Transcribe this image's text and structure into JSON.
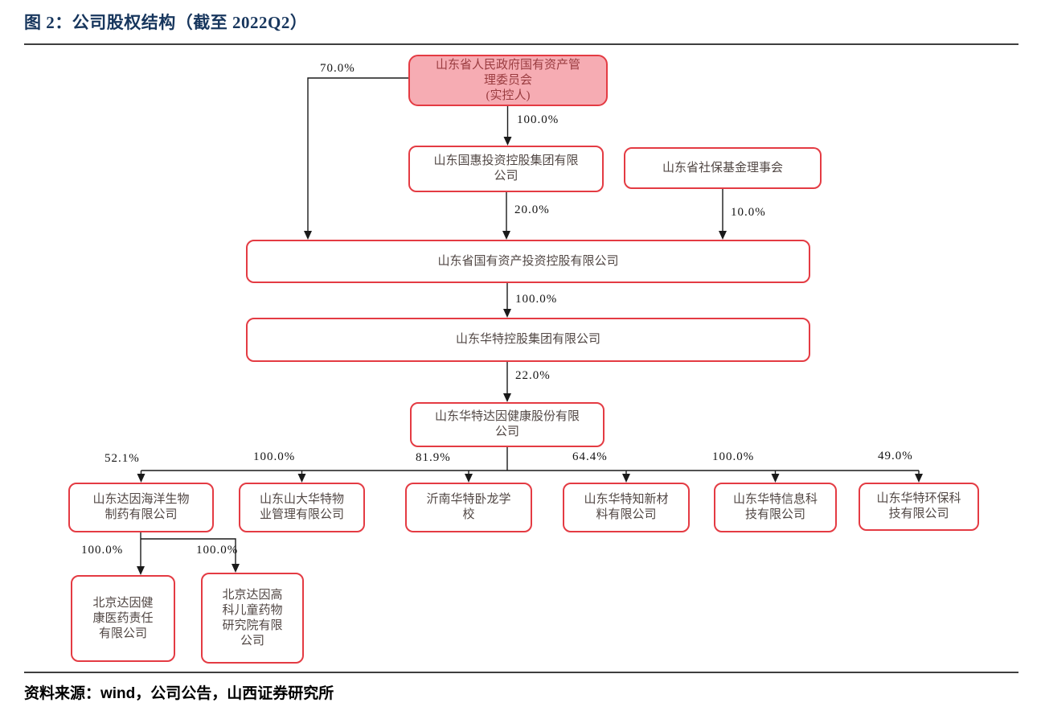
{
  "figure": {
    "title": "图 2：公司股权结构（截至 2022Q2）",
    "source": "资料来源：wind，公司公告，山西证券研究所"
  },
  "colors": {
    "title_text": "#17365d",
    "border_red": "#e43b43",
    "highlight_fill": "#f6acb3",
    "highlight_text": "#9a3c40",
    "node_text": "#514744",
    "line": "#1a1a1a"
  },
  "nodes": [
    {
      "name": "山东省人民政府国有资产管理委员会",
      "note": "实控人",
      "highlight": true,
      "lines": [
        "山东省人民政府国有资产管",
        "理委员会",
        "(实控人)"
      ]
    },
    {
      "name": "山东国惠投资控股集团有限公司",
      "lines": [
        "山东国惠投资控股集团有限",
        "公司"
      ]
    },
    {
      "name": "山东省社保基金理事会",
      "lines": [
        "山东省社保基金理事会"
      ]
    },
    {
      "name": "山东省国有资产投资控股有限公司",
      "lines": [
        "山东省国有资产投资控股有限公司"
      ]
    },
    {
      "name": "山东华特控股集团有限公司",
      "lines": [
        "山东华特控股集团有限公司"
      ]
    },
    {
      "name": "山东华特达因健康股份有限公司",
      "lines": [
        "山东华特达因健康股份有限",
        "公司"
      ]
    },
    {
      "name": "山东达因海洋生物制药有限公司",
      "lines": [
        "山东达因海洋生物",
        "制药有限公司"
      ]
    },
    {
      "name": "山东山大华特物业管理有限公司",
      "lines": [
        "山东山大华特物",
        "业管理有限公司"
      ]
    },
    {
      "name": "沂南华特卧龙学校",
      "lines": [
        "沂南华特卧龙学",
        "校"
      ]
    },
    {
      "name": "山东华特知新材料有限公司",
      "lines": [
        "山东华特知新材",
        "料有限公司"
      ]
    },
    {
      "name": "山东华特信息科技有限公司",
      "lines": [
        "山东华特信息科",
        "技有限公司"
      ]
    },
    {
      "name": "山东华特环保科技有限公司",
      "lines": [
        "山东华特环保科",
        "技有限公司"
      ]
    },
    {
      "name": "北京达因健康医药责任有限公司",
      "lines": [
        "北京达因健",
        "康医药责任",
        "有限公司"
      ]
    },
    {
      "name": "北京达因高科儿童药物研究院有限公司",
      "lines": [
        "北京达因高",
        "科儿童药物",
        "研究院有限",
        "公司"
      ]
    }
  ],
  "edges": [
    {
      "from": "山东省人民政府国有资产管理委员会",
      "to": "山东省国有资产投资控股有限公司",
      "label": "70.0%"
    },
    {
      "from": "山东省人民政府国有资产管理委员会",
      "to": "山东国惠投资控股集团有限公司",
      "label": "100.0%"
    },
    {
      "from": "山东国惠投资控股集团有限公司",
      "to": "山东省国有资产投资控股有限公司",
      "label": "20.0%"
    },
    {
      "from": "山东省社保基金理事会",
      "to": "山东省国有资产投资控股有限公司",
      "label": "10.0%"
    },
    {
      "from": "山东省国有资产投资控股有限公司",
      "to": "山东华特控股集团有限公司",
      "label": "100.0%"
    },
    {
      "from": "山东华特控股集团有限公司",
      "to": "山东华特达因健康股份有限公司",
      "label": "22.0%"
    },
    {
      "from": "山东华特达因健康股份有限公司",
      "to": "山东达因海洋生物制药有限公司",
      "label": "52.1%"
    },
    {
      "from": "山东华特达因健康股份有限公司",
      "to": "山东山大华特物业管理有限公司",
      "label": "100.0%"
    },
    {
      "from": "山东华特达因健康股份有限公司",
      "to": "沂南华特卧龙学校",
      "label": "81.9%"
    },
    {
      "from": "山东华特达因健康股份有限公司",
      "to": "山东华特知新材料有限公司",
      "label": "64.4%"
    },
    {
      "from": "山东华特达因健康股份有限公司",
      "to": "山东华特信息科技有限公司",
      "label": "100.0%"
    },
    {
      "from": "山东华特达因健康股份有限公司",
      "to": "山东华特环保科技有限公司",
      "label": "49.0%"
    },
    {
      "from": "山东达因海洋生物制药有限公司",
      "to": "北京达因健康医药责任有限公司",
      "label": "100.0%"
    },
    {
      "from": "山东达因海洋生物制药有限公司",
      "to": "北京达因高科儿童药物研究院有限公司",
      "label": "100.0%"
    }
  ]
}
